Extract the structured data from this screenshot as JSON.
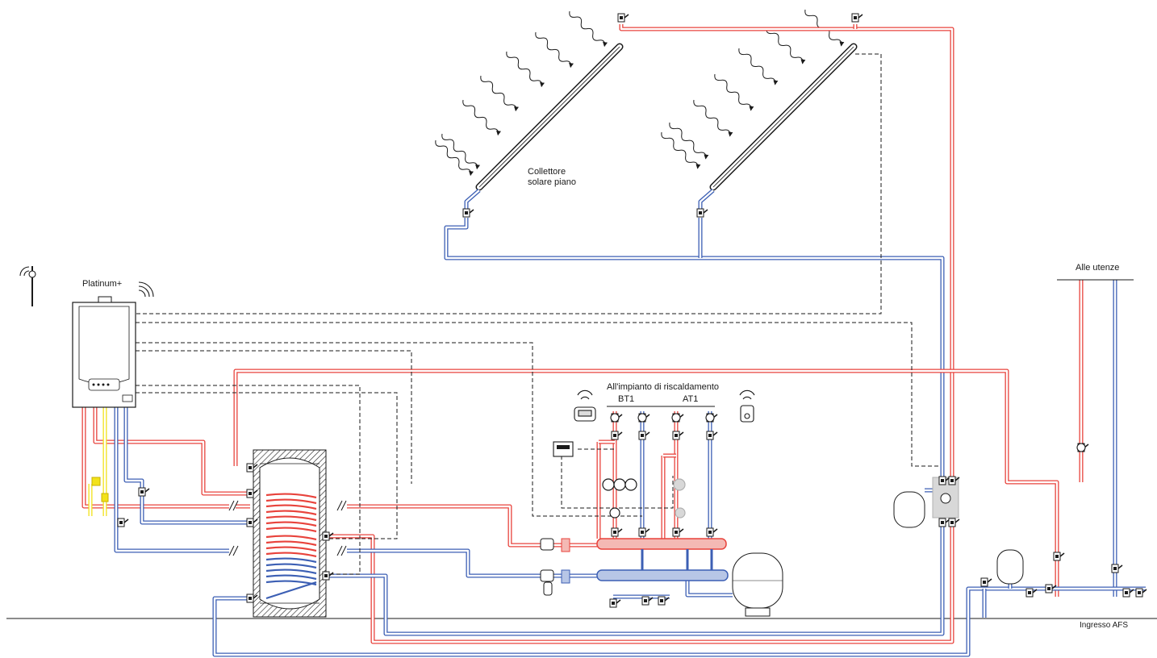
{
  "labels": {
    "collector_line1": "Collettore",
    "collector_line2": "solare piano",
    "boiler": "Platinum+",
    "to_users": "Alle utenze",
    "heating": "All'impianto di riscaldamento",
    "zone_bt": "BT1",
    "zone_at": "AT1",
    "cold_inlet": "Ingresso AFS"
  },
  "colors": {
    "hot": "#e8433c",
    "hot_fill": "#f4b9b4",
    "cold": "#3c5fb4",
    "cold_fill": "#b7c6e6",
    "gas": "#f2e21a",
    "line": "#1a1a1a"
  }
}
